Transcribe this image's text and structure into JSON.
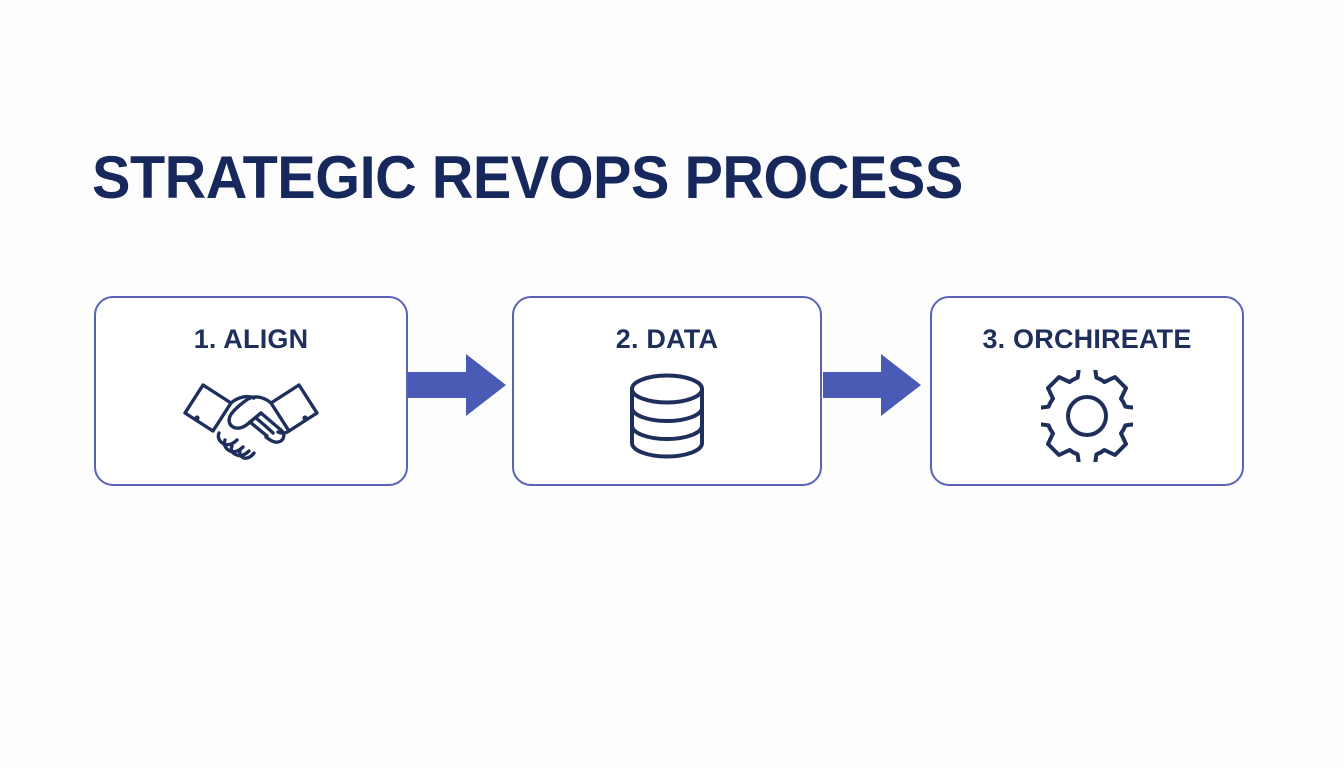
{
  "slide": {
    "title": "STRATEGIC REVOPS PROCESS",
    "background_color": "#fdfdfe",
    "title_color": "#17295c",
    "card_border_color": "#5b62b5",
    "card_fill_color": "#ffffff",
    "label_color": "#1e2f5c",
    "icon_color": "#1e2f5c",
    "arrow_color": "#4a5bb5"
  },
  "steps": [
    {
      "label": "1. ALIGN",
      "icon": "handshake-icon"
    },
    {
      "label": "2. DATA",
      "icon": "database-icon"
    },
    {
      "label": "3. ORCHIREATE",
      "icon": "gear-icon"
    }
  ],
  "connectors": [
    {
      "name": "arrow-right-icon"
    },
    {
      "name": "arrow-right-icon"
    }
  ]
}
